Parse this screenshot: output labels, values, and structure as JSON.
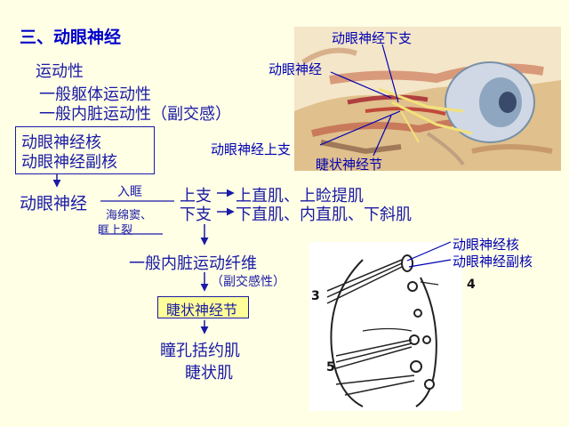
{
  "title": "三、动眼神经",
  "properties": {
    "line1": "运动性",
    "line2": "一般躯体运动性",
    "line3": "一般内脏运动性（副交感）"
  },
  "nuclei": {
    "main": "动眼神经核",
    "accessory": "动眼神经副核"
  },
  "pathway": {
    "nerve": "动眼神经",
    "enter": "入眶",
    "via1": "海绵窦、",
    "via2": "眶上裂",
    "superior_branch": "上支",
    "superior_targets": "上直肌、上睑提肌",
    "inferior_branch": "下支",
    "inferior_targets": "下直肌、内直肌、下斜肌",
    "visceral_fibers": "一般内脏运动纤维",
    "parasympathetic": "（副交感性）",
    "ganglion": "睫状神经节",
    "target1": "瞳孔括约肌",
    "target2": "睫状肌"
  },
  "anatomy_labels": {
    "inferior_branch": "动眼神经下支",
    "nerve": "动眼神经",
    "superior_branch": "动眼神经上支",
    "ciliary_ganglion": "睫状神经节"
  },
  "schematic_labels": {
    "nucleus": "动眼神经核",
    "accessory_nucleus": "动眼神经副核",
    "n3": "3",
    "n4": "4",
    "n5": "5"
  },
  "colors": {
    "background": "#ffffe6",
    "text": "#1a1aa6",
    "ganglion_box": "#ffff99"
  }
}
